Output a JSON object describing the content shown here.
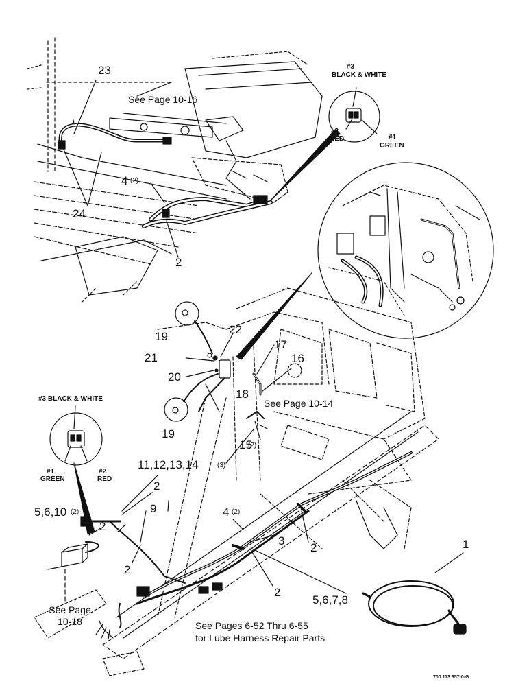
{
  "callouts": {
    "c23": "23",
    "c24": "24",
    "c4a": "4",
    "c4a_qty": "(2)",
    "c2a": "2",
    "c19a": "19",
    "c19b": "19",
    "c22": "22",
    "c21": "21",
    "c20": "20",
    "c18": "18",
    "c17": "17",
    "c16": "16",
    "c15": "15",
    "c15_qty": "(2)",
    "c11_14": "11,12,13,14",
    "c11_14_qty": "(3)",
    "c2b": "2",
    "c9": "9",
    "c5_10": "5,6,10",
    "c5_10_qty": "(2)",
    "c2c": "2",
    "c2d": "2",
    "c4b": "4",
    "c4b_qty": "(2)",
    "c3": "3",
    "c2e": "2",
    "c2f": "2",
    "c5_8": "5,6,7,8",
    "c1": "1"
  },
  "notes": {
    "see_10_16": "See Page 10-16",
    "see_10_14": "See Page  10-14",
    "see_10_18_a": "See Page",
    "see_10_18_b": "10-18",
    "lube_a": "See Pages 6-52 Thru 6-55",
    "lube_b": "for Lube Harness Repair Parts"
  },
  "connector_top": {
    "pin3_a": "#3",
    "pin3_b": "BLACK & WHITE",
    "pin2_a": "#2",
    "pin2_b": "RED",
    "pin1_a": "#1",
    "pin1_b": "GREEN"
  },
  "connector_left": {
    "pin3": "#3 BLACK & WHITE",
    "pin1_a": "#1",
    "pin1_b": "GREEN",
    "pin2_a": "#2",
    "pin2_b": "RED"
  },
  "drawing_code": "700 113 857-0-G",
  "colors": {
    "ink": "#111111",
    "paper": "#ffffff"
  }
}
